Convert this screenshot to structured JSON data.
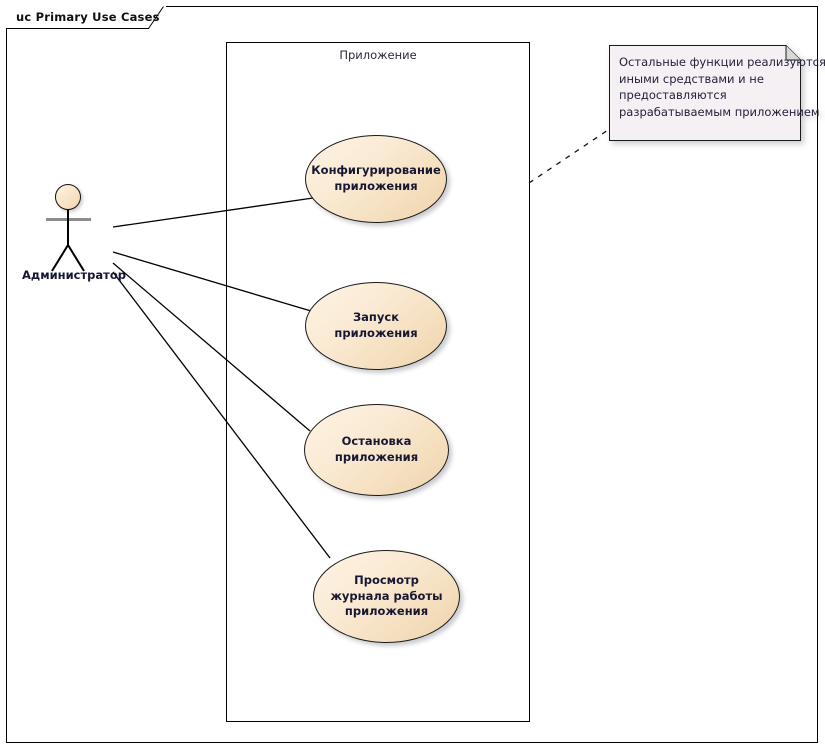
{
  "frame": {
    "tab_label": "uc Primary Use Cases"
  },
  "boundary": {
    "label": "Приложение"
  },
  "actor": {
    "name": "Администратор",
    "icon": "actor-stick-figure"
  },
  "use_cases": [
    {
      "id": "configure",
      "label": "Конфигурирование приложения"
    },
    {
      "id": "start",
      "label": "Запуск приложения"
    },
    {
      "id": "stop",
      "label": "Остановка приложения"
    },
    {
      "id": "view-log",
      "label": "Просмотр журнала работы приложения"
    }
  ],
  "note": {
    "lines": [
      "Остальные функции реализуются",
      "иными средствами и не",
      "предоставляются",
      "разрабатываемым приложением"
    ]
  },
  "colors": {
    "usecase_fill": "#faead3",
    "usecase_fill_dark": "#eed3ab",
    "actor_head_fill": "#f7e3c3",
    "note_fill": "#f5f0f4",
    "line": "#000000",
    "text": "#171733"
  }
}
